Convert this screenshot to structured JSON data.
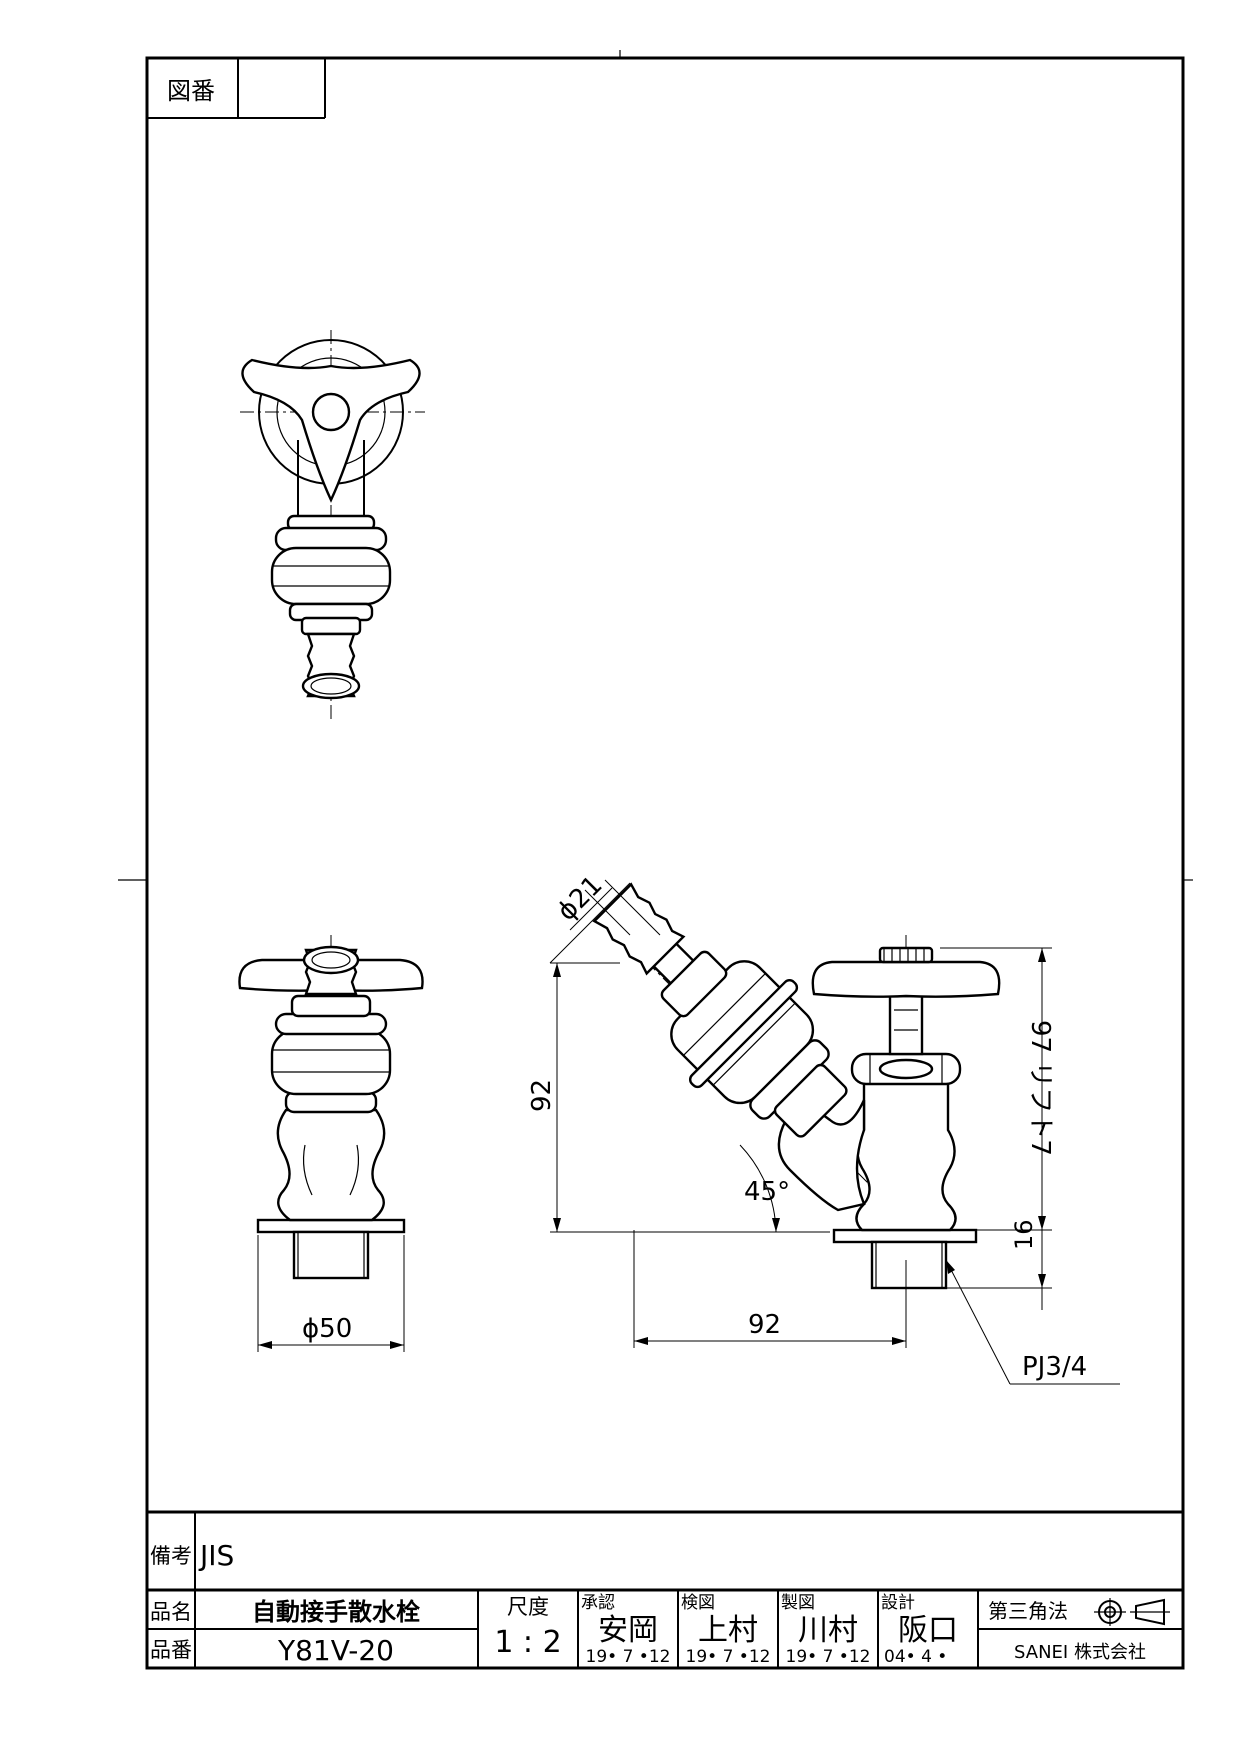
{
  "title_block": {
    "drawing_no_label": "図番",
    "drawing_no_value": "",
    "remarks_label": "備考",
    "remarks_value": "JIS",
    "product_name_label": "品名",
    "product_name": "自動接手散水栓",
    "product_no_label": "品番",
    "product_no": "Y81V-20",
    "scale_label": "尺度",
    "scale_value": "1 : 2",
    "approved_label": "承認",
    "approved_name": "安岡",
    "approved_date": "19• 7 •12",
    "checked_label": "検図",
    "checked_name": "上村",
    "checked_date": "19• 7 •12",
    "drafted_label": "製図",
    "drafted_name": "川村",
    "drafted_date": "19• 7 •12",
    "designed_label": "設計",
    "designed_name": "阪口",
    "designed_date": "04• 4 •",
    "projection_label": "第三角法",
    "company": "SANEI 株式会社"
  },
  "dimensions": {
    "hose_diameter": "ϕ21",
    "height_92": "92",
    "angle": "45°",
    "width_92": "92",
    "base_diameter": "ϕ50",
    "height_97": "97 リフト7",
    "height_16": "16",
    "thread": "PJ3/4"
  }
}
